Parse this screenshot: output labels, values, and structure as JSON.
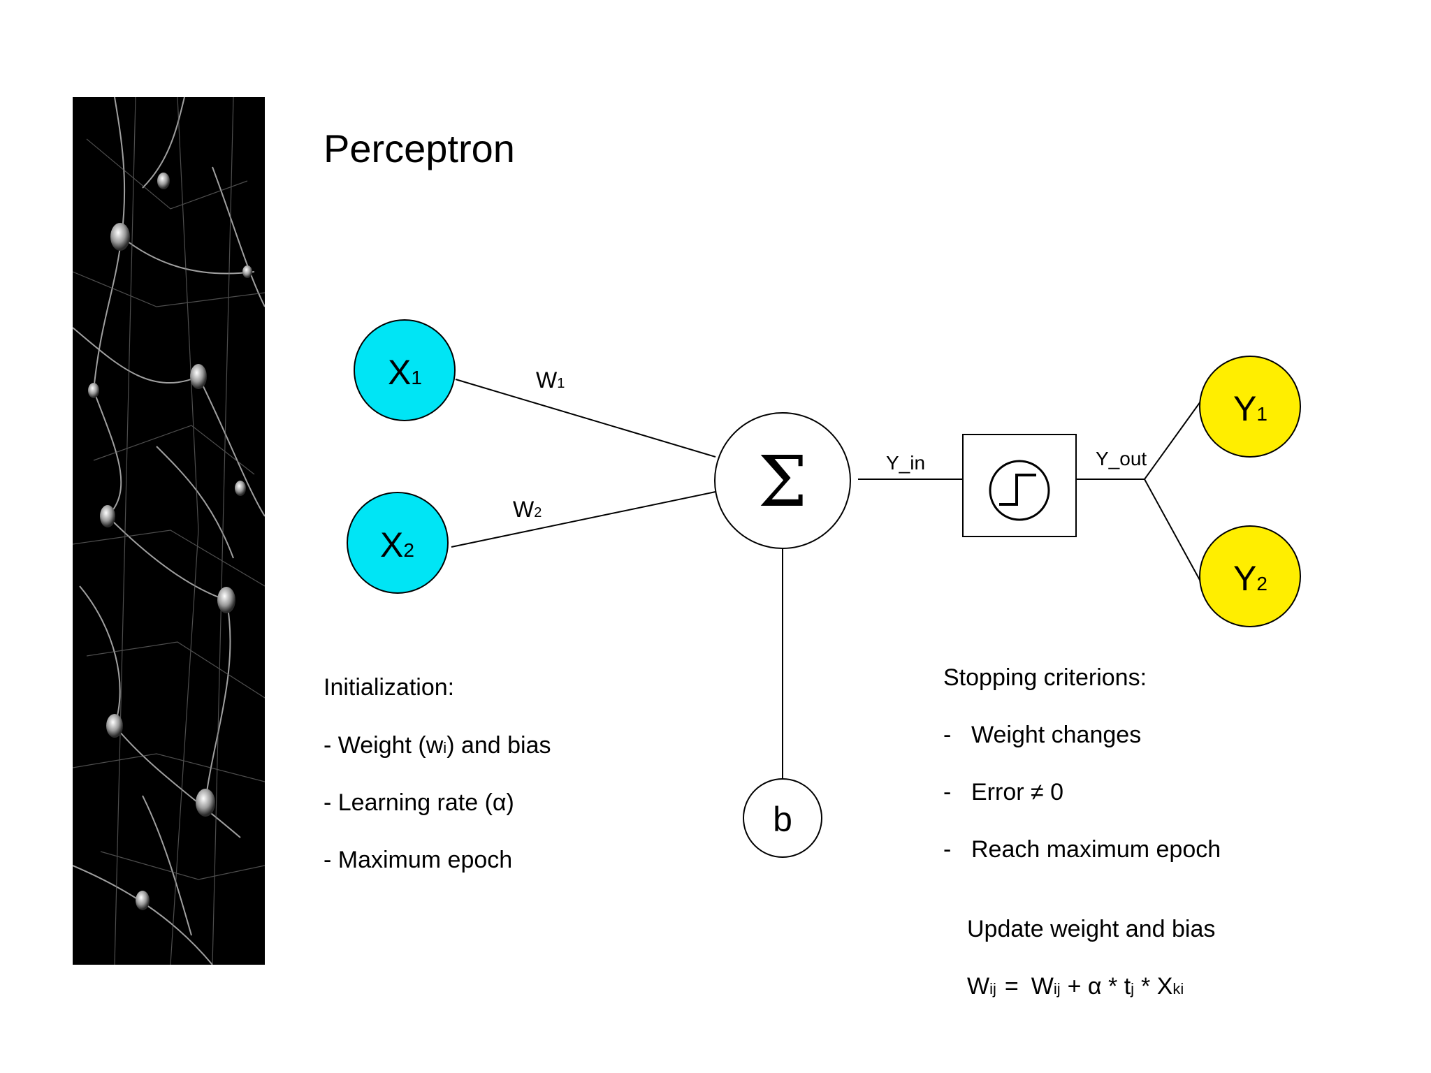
{
  "title": "Perceptron",
  "diagram": {
    "inputs": [
      {
        "main": "X",
        "sub": "1",
        "weight_main": "W",
        "weight_sub": "1"
      },
      {
        "main": "X",
        "sub": "2",
        "weight_main": "W",
        "weight_sub": "2"
      }
    ],
    "sum_symbol": "Σ",
    "bias_label": "b",
    "y_in_label": "Y_in",
    "y_out_label": "Y_out",
    "outputs": [
      {
        "main": "Y",
        "sub": "1"
      },
      {
        "main": "Y",
        "sub": "2"
      }
    ],
    "input_color": "#00e5f5",
    "output_color": "#ffee00"
  },
  "initialization": {
    "heading": "Initialization:",
    "item1_prefix": "- Weight (w",
    "item1_sub": "i",
    "item1_suffix": ") and bias",
    "item2": "- Learning rate (α)",
    "item3": "- Maximum epoch"
  },
  "stopping": {
    "heading": "Stopping criterions:",
    "dash": "-",
    "items": [
      "Weight changes",
      "Error ≠ 0",
      "Reach maximum epoch"
    ]
  },
  "update": {
    "heading": "Update weight and bias",
    "lhs_main": "W",
    "lhs_sub": "ij",
    "eq": "=",
    "rhs1_main": "W",
    "rhs1_sub": "ij",
    "rhs_mid": "+ α * t",
    "rhs_mid_sub": "j",
    "rhs_star": "* X",
    "rhs_end_sub": "ki"
  }
}
